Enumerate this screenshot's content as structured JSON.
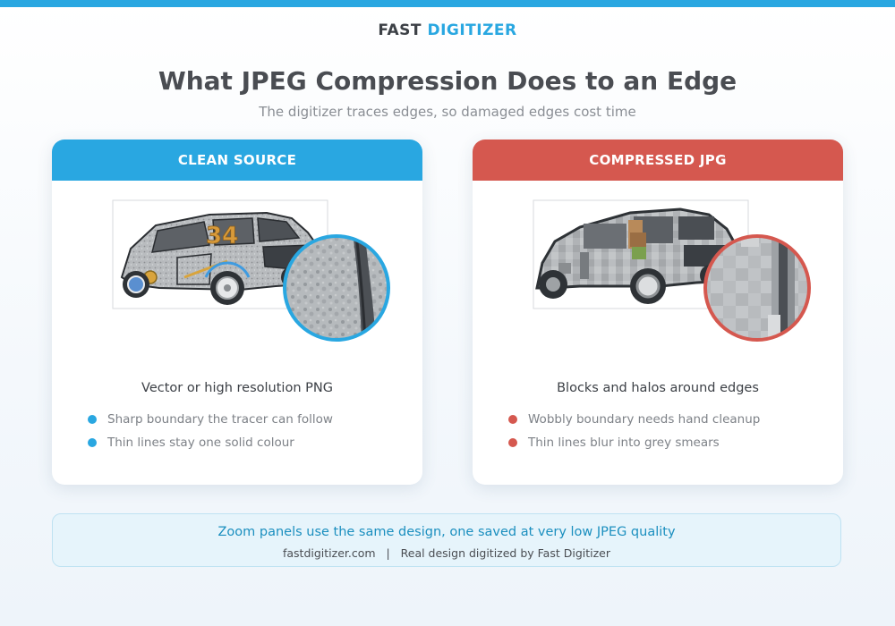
{
  "brand": {
    "part1": "FAST",
    "part2": "DIGITIZER"
  },
  "header": {
    "title": "What JPEG Compression Does to an Edge",
    "subtitle": "The digitizer traces edges, so damaged edges cost time"
  },
  "cards": [
    {
      "label": "CLEAN SOURCE",
      "caption": "Vector or high resolution PNG",
      "bullets": [
        "Sharp boundary the tracer can follow",
        "Thin lines stay one solid colour"
      ],
      "accent": "#29a7e1",
      "car_number": "34"
    },
    {
      "label": "COMPRESSED JPG",
      "caption": "Blocks and halos around edges",
      "bullets": [
        "Wobbly boundary needs hand cleanup",
        "Thin lines blur into grey smears"
      ],
      "accent": "#d5584f"
    }
  ],
  "footer": {
    "note": "Zoom panels use the same design, one saved at very low JPEG quality",
    "site": "fastdigitizer.com",
    "separator": "|",
    "credit": "Real design digitized by Fast Digitizer"
  }
}
